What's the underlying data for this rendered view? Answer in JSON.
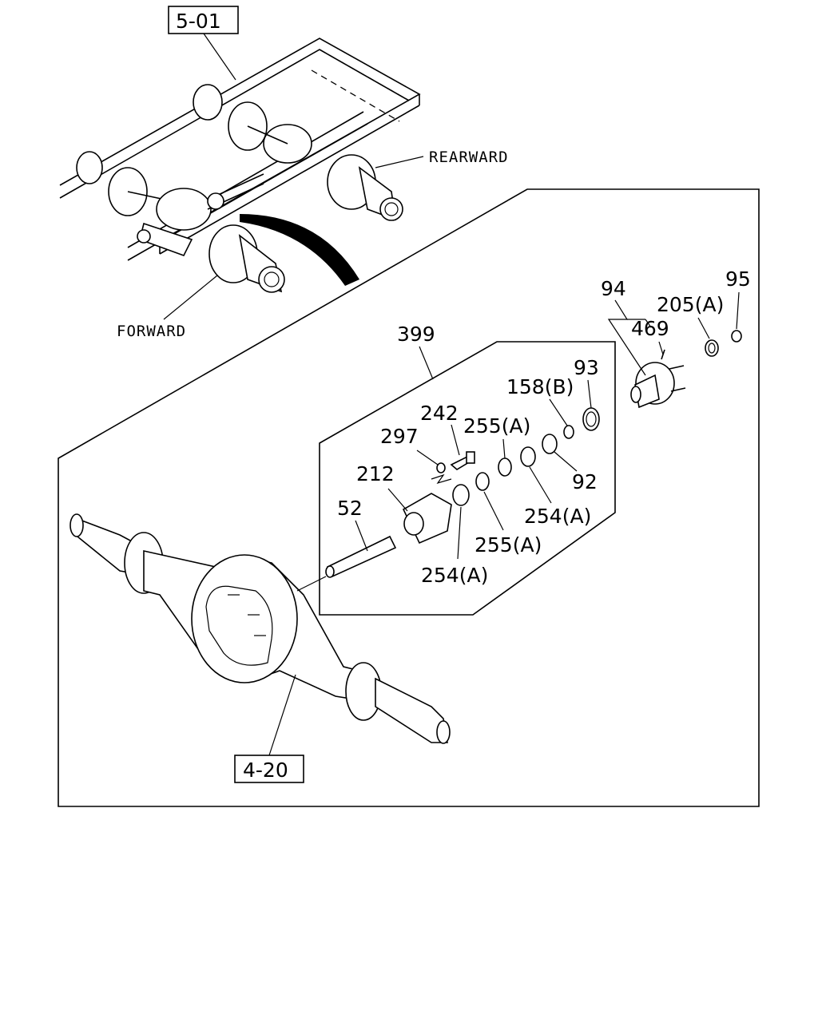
{
  "refs": {
    "top_ref": "5-01",
    "bottom_ref": "4-20"
  },
  "directions": {
    "rearward": "REARWARD",
    "forward": "FORWARD"
  },
  "callouts": {
    "c94": "94",
    "c95": "95",
    "c205a": "205(A)",
    "c469": "469",
    "c399": "399",
    "c93": "93",
    "c158b": "158(B)",
    "c242": "242",
    "c255a_top": "255(A)",
    "c297": "297",
    "c212": "212",
    "c92": "92",
    "c254a_mid": "254(A)",
    "c52": "52",
    "c255a_mid": "255(A)",
    "c254a_low": "254(A)"
  }
}
